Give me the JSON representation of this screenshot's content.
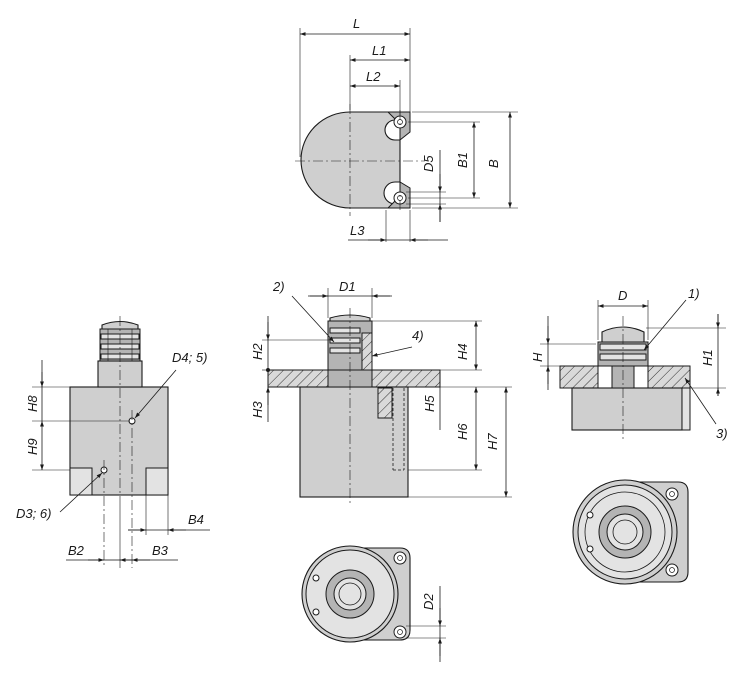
{
  "top_view": {
    "L": "L",
    "L1": "L1",
    "L2": "L2",
    "L3": "L3",
    "B": "B",
    "B1": "B1",
    "D5": "D5"
  },
  "left_view": {
    "H8": "H8",
    "H9": "H9",
    "D4_5": "D4; 5)",
    "D3_6": "D3; 6)",
    "B2": "B2",
    "B3": "B3",
    "B4": "B4"
  },
  "center_view": {
    "note2": "2)",
    "D1": "D1",
    "note4": "4)",
    "H2": "H2",
    "H3": "H3",
    "H4": "H4",
    "H5": "H5",
    "H6": "H6",
    "H7": "H7",
    "D2": "D2"
  },
  "right_view": {
    "D": "D",
    "note1": "1)",
    "H": "H",
    "H1": "H1",
    "note3": "3)"
  }
}
